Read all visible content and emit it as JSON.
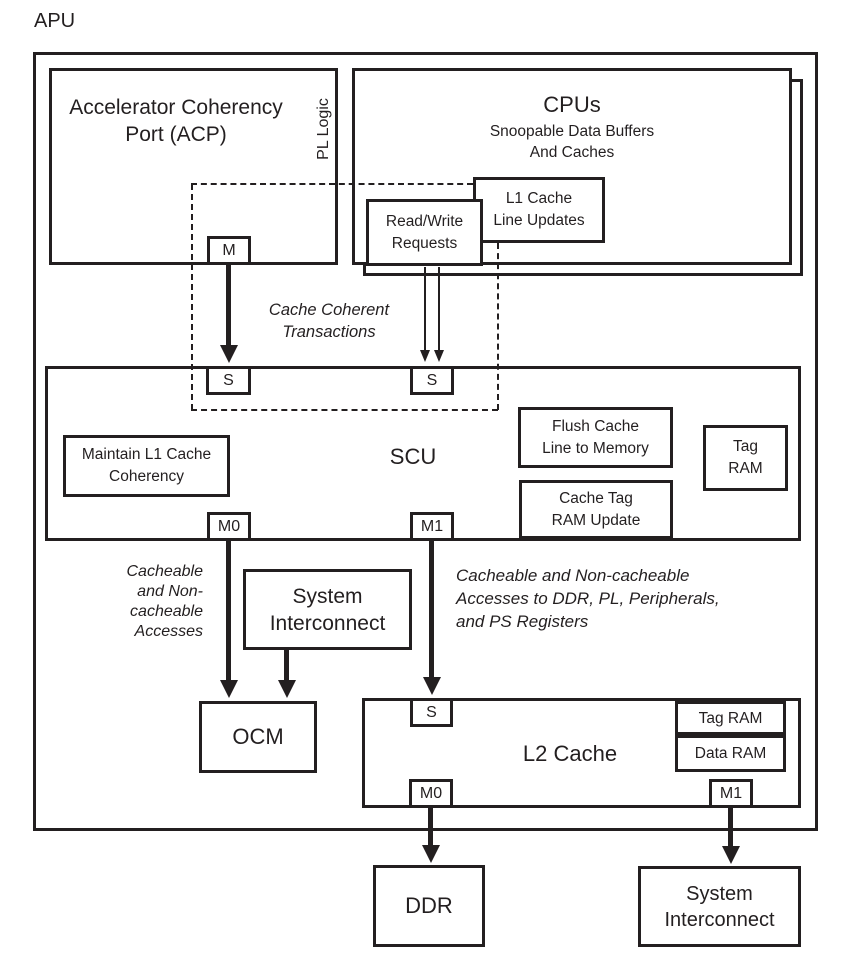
{
  "title": "APU",
  "colors": {
    "line": "#231f20",
    "background": "#ffffff"
  },
  "acp": {
    "label": [
      "Accelerator Coherency",
      "Port (ACP)"
    ],
    "pl_logic": "PL Logic",
    "port_m": "M"
  },
  "cpus": {
    "title": "CPUs",
    "subtitle": [
      "Snoopable Data Buffers",
      "And Caches"
    ],
    "l1_cache_updates": [
      "L1 Cache",
      "Line Updates"
    ],
    "read_write_requests": [
      "Read/Write",
      "Requests"
    ]
  },
  "scu": {
    "title": "SCU",
    "port_s_left": "S",
    "port_s_right": "S",
    "port_m0": "M0",
    "port_m1": "M1",
    "maintain_l1": [
      "Maintain L1 Cache",
      "Coherency"
    ],
    "flush_cache": [
      "Flush Cache",
      "Line to Memory"
    ],
    "tag_ram": [
      "Tag",
      "RAM"
    ],
    "cache_tag_update": [
      "Cache Tag",
      "RAM Update"
    ]
  },
  "annotations": {
    "cache_coherent": [
      "Cache Coherent",
      "Transactions"
    ],
    "cacheable_left": [
      "Cacheable",
      "and Non-",
      "cacheable",
      "Accesses"
    ],
    "cacheable_right": [
      "Cacheable and Non-cacheable",
      "Accesses to DDR, PL, Peripherals,",
      "and PS Registers"
    ]
  },
  "system_interconnect_mid": {
    "label": [
      "System",
      "Interconnect"
    ]
  },
  "ocm": {
    "label": "OCM"
  },
  "l2_cache": {
    "title": "L2 Cache",
    "port_s": "S",
    "port_m0": "M0",
    "port_m1": "M1",
    "tag_ram": "Tag RAM",
    "data_ram": "Data RAM"
  },
  "ddr": {
    "label": "DDR"
  },
  "system_interconnect_bottom": {
    "label": [
      "System",
      "Interconnect"
    ]
  }
}
